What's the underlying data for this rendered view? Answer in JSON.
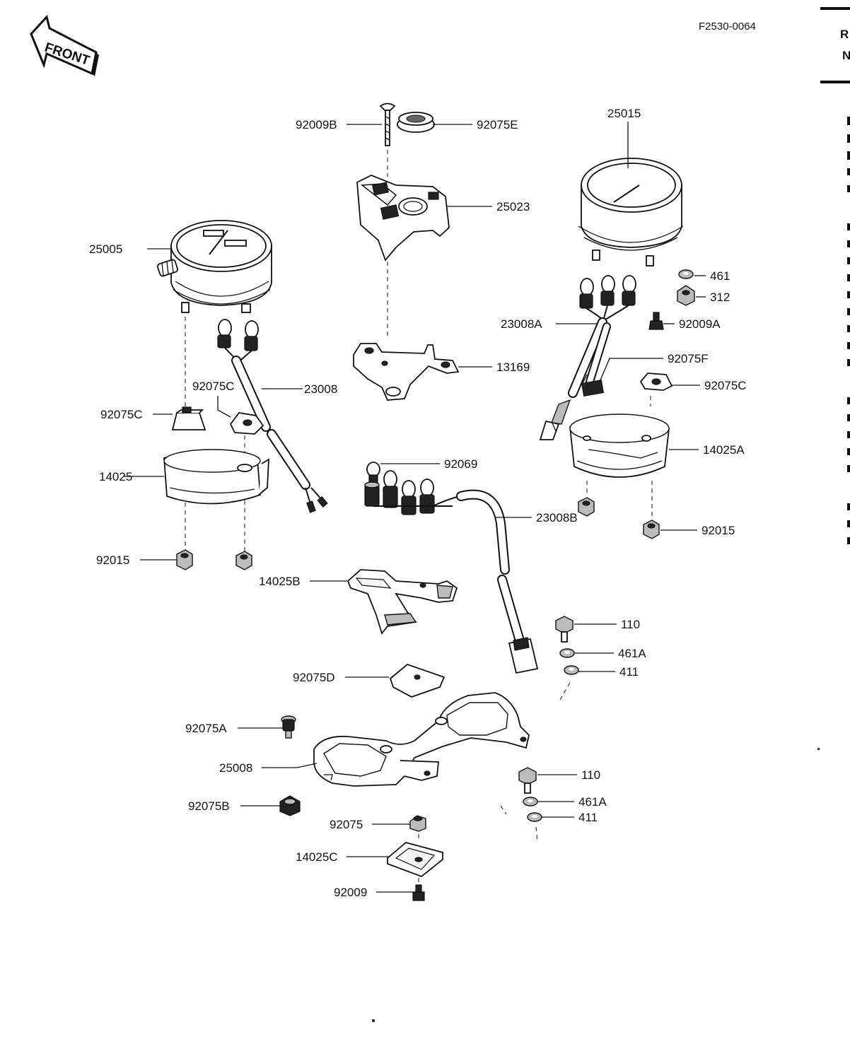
{
  "figure_code": "F2530-0064",
  "front_label": "FRONT",
  "edge_fragments": [
    "R",
    "N"
  ],
  "parts": {
    "p92009B": "92009B",
    "p92075E": "92075E",
    "p25015": "25015",
    "p25023": "25023",
    "p25005": "25005",
    "p461_top": "461",
    "p312": "312",
    "p23008A": "23008A",
    "p92009A": "92009A",
    "p13169": "13169",
    "p92075F": "92075F",
    "p92075C_mid": "92075C",
    "p23008": "23008",
    "p92075C_right": "92075C",
    "p92075C_left": "92075C",
    "p14025A": "14025A",
    "p92069": "92069",
    "p14025": "14025",
    "p92015_right": "92015",
    "p23008B": "23008B",
    "p92015_left": "92015",
    "p14025B": "14025B",
    "p110_top": "110",
    "p461A_top": "461A",
    "p411_top": "411",
    "p92075D": "92075D",
    "p92075A": "92075A",
    "p25008": "25008",
    "p110_bottom": "110",
    "p92075B": "92075B",
    "p461A_bottom": "461A",
    "p92075": "92075",
    "p411_bottom": "411",
    "p14025C": "14025C",
    "p92009": "92009"
  }
}
